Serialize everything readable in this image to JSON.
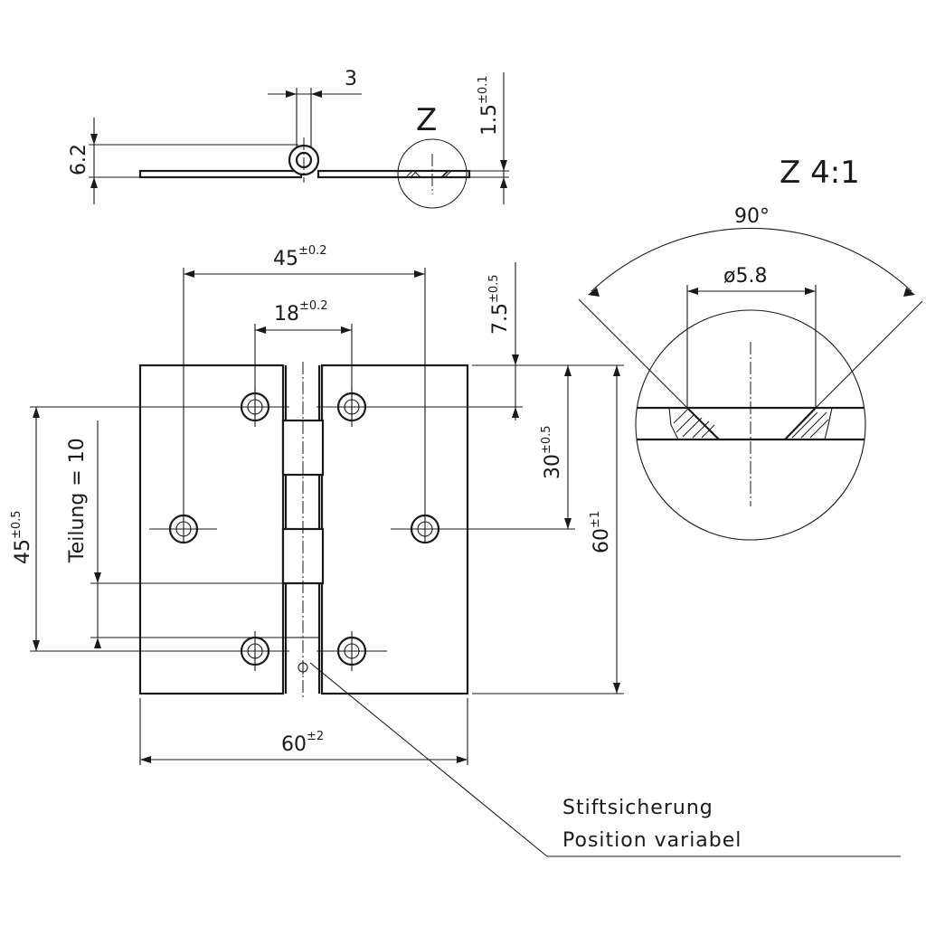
{
  "top_view": {
    "pin_width": "3",
    "height": "6.2",
    "thickness": "1.5",
    "thickness_tol": "±0.1",
    "detail_marker": "Z"
  },
  "front_view": {
    "hole_spacing_h": "45",
    "hole_spacing_h_tol": "±0.2",
    "inner_spacing": "18",
    "inner_spacing_tol": "±0.2",
    "top_offset": "7.5",
    "top_offset_tol": "±0.5",
    "mid_height": "30",
    "mid_height_tol": "±0.5",
    "total_height": "60",
    "total_height_tol": "±1",
    "total_width": "60",
    "total_width_tol": "±2",
    "hole_spacing_v": "45",
    "hole_spacing_v_tol": "±0.5",
    "pitch_label": "Teilung = 10"
  },
  "detail": {
    "title": "Z 4:1",
    "angle": "90°",
    "diameter": "ø5.8"
  },
  "note": {
    "line1": "Stiftsicherung",
    "line2": "Position variabel"
  }
}
